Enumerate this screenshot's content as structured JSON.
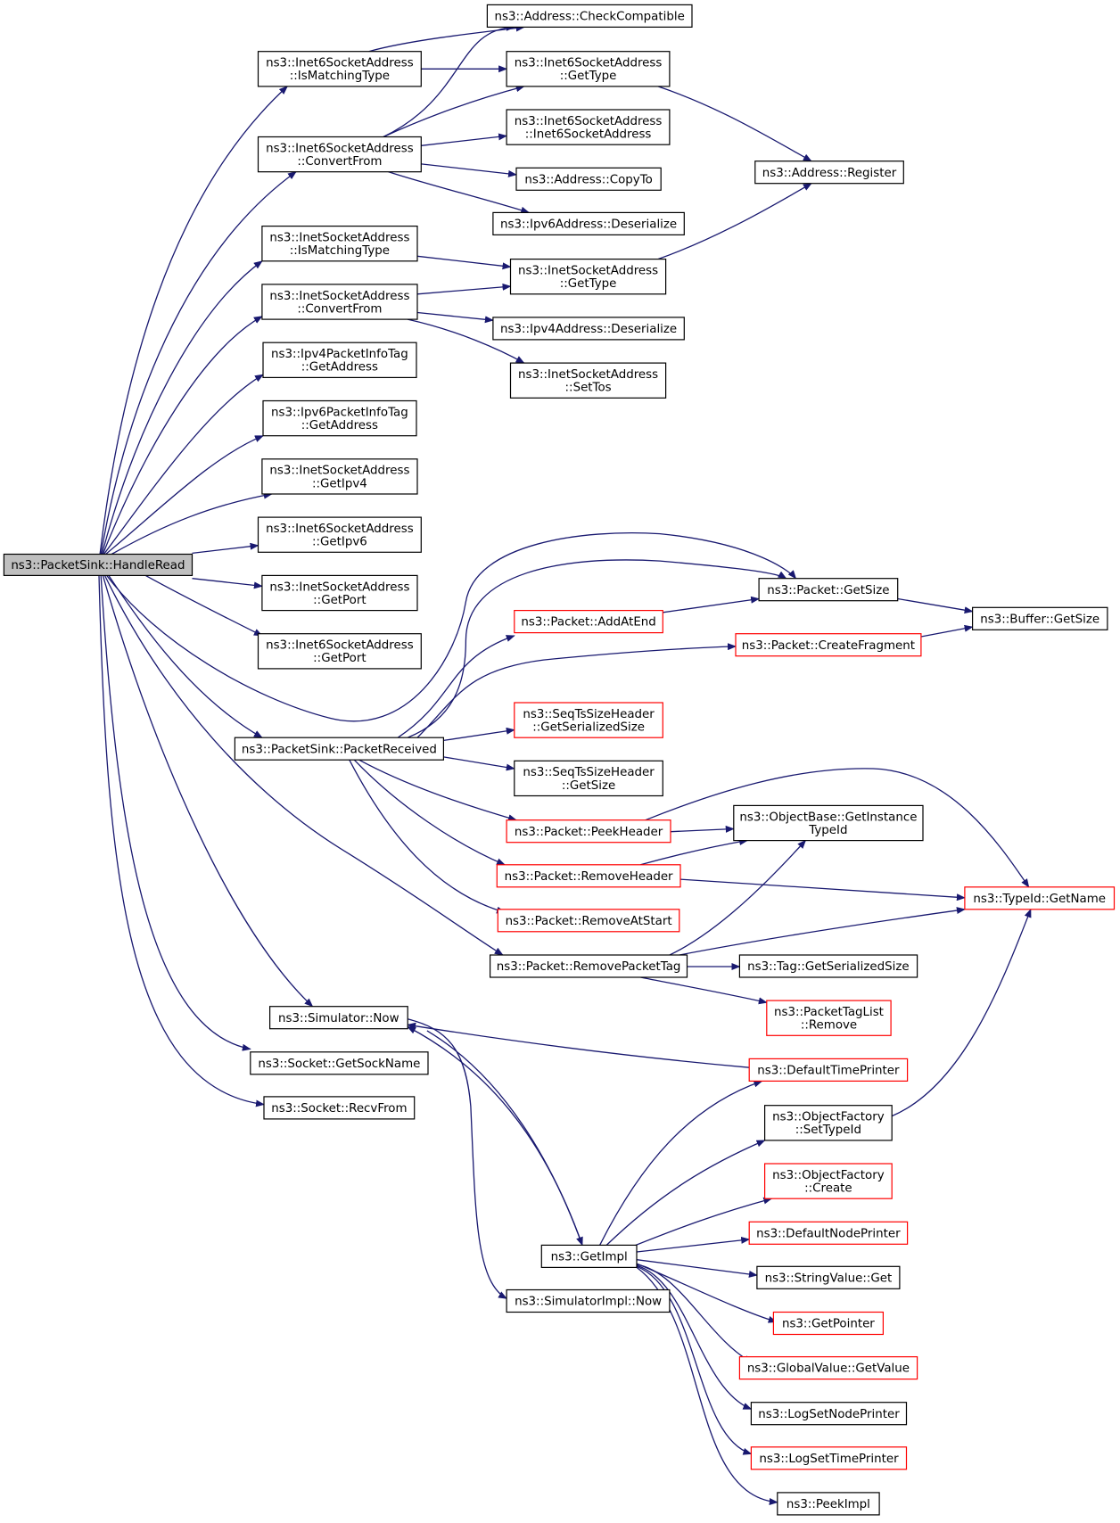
{
  "colors": {
    "edge": "#191970",
    "node_border": "#000000",
    "red_border": "#ff0000",
    "root_fill": "#bfbfbf",
    "node_fill": "#ffffff"
  },
  "nodes": {
    "handleRead": [
      "ns3::PacketSink::HandleRead"
    ],
    "inet6IsMatching": [
      "ns3::Inet6SocketAddress",
      "::IsMatchingType"
    ],
    "checkCompatible": [
      "ns3::Address::CheckCompatible"
    ],
    "inet6GetType": [
      "ns3::Inet6SocketAddress",
      "::GetType"
    ],
    "inet6ConvertFrom": [
      "ns3::Inet6SocketAddress",
      "::ConvertFrom"
    ],
    "inet6Ctor": [
      "ns3::Inet6SocketAddress",
      "::Inet6SocketAddress"
    ],
    "addressCopyTo": [
      "ns3::Address::CopyTo"
    ],
    "ipv6Deserialize": [
      "ns3::Ipv6Address::Deserialize"
    ],
    "addressRegister": [
      "ns3::Address::Register"
    ],
    "inetIsMatching": [
      "ns3::InetSocketAddress",
      "::IsMatchingType"
    ],
    "inetGetType": [
      "ns3::InetSocketAddress",
      "::GetType"
    ],
    "inetConvertFrom": [
      "ns3::InetSocketAddress",
      "::ConvertFrom"
    ],
    "ipv4Deserialize": [
      "ns3::Ipv4Address::Deserialize"
    ],
    "inetSetTos": [
      "ns3::InetSocketAddress",
      "::SetTos"
    ],
    "ipv4PktInfo": [
      "ns3::Ipv4PacketInfoTag",
      "::GetAddress"
    ],
    "ipv6PktInfo": [
      "ns3::Ipv6PacketInfoTag",
      "::GetAddress"
    ],
    "inetGetIpv4": [
      "ns3::InetSocketAddress",
      "::GetIpv4"
    ],
    "inet6GetIpv6": [
      "ns3::Inet6SocketAddress",
      "::GetIpv6"
    ],
    "inetGetPort": [
      "ns3::InetSocketAddress",
      "::GetPort"
    ],
    "inet6GetPort": [
      "ns3::Inet6SocketAddress",
      "::GetPort"
    ],
    "packetGetSize": [
      "ns3::Packet::GetSize"
    ],
    "bufferGetSize": [
      "ns3::Buffer::GetSize"
    ],
    "addAtEnd": [
      "ns3::Packet::AddAtEnd"
    ],
    "createFragment": [
      "ns3::Packet::CreateFragment"
    ],
    "seqSerialized": [
      "ns3::SeqTsSizeHeader",
      "::GetSerializedSize"
    ],
    "packetReceived": [
      "ns3::PacketSink::PacketReceived"
    ],
    "seqGetSize": [
      "ns3::SeqTsSizeHeader",
      "::GetSize"
    ],
    "peekHeader": [
      "ns3::Packet::PeekHeader"
    ],
    "getInstanceTypeId": [
      "ns3::ObjectBase::GetInstance",
      "TypeId"
    ],
    "removeHeader": [
      "ns3::Packet::RemoveHeader"
    ],
    "typeIdGetName": [
      "ns3::TypeId::GetName"
    ],
    "removeAtStart": [
      "ns3::Packet::RemoveAtStart"
    ],
    "removePacketTag": [
      "ns3::Packet::RemovePacketTag"
    ],
    "tagSerializedSize": [
      "ns3::Tag::GetSerializedSize"
    ],
    "packetTagRemove": [
      "ns3::PacketTagList",
      "::Remove"
    ],
    "simulatorNow": [
      "ns3::Simulator::Now"
    ],
    "getSockName": [
      "ns3::Socket::GetSockName"
    ],
    "defaultTimePrinter": [
      "ns3::DefaultTimePrinter"
    ],
    "recvFrom": [
      "ns3::Socket::RecvFrom"
    ],
    "setTypeId": [
      "ns3::ObjectFactory",
      "::SetTypeId"
    ],
    "factoryCreate": [
      "ns3::ObjectFactory",
      "::Create"
    ],
    "getImpl": [
      "ns3::GetImpl"
    ],
    "defaultNodePrinter": [
      "ns3::DefaultNodePrinter"
    ],
    "stringValueGet": [
      "ns3::StringValue::Get"
    ],
    "simImplNow": [
      "ns3::SimulatorImpl::Now"
    ],
    "getPointer": [
      "ns3::GetPointer"
    ],
    "globalValueGet": [
      "ns3::GlobalValue::GetValue"
    ],
    "logSetNodePrinter": [
      "ns3::LogSetNodePrinter"
    ],
    "logSetTimePrinter": [
      "ns3::LogSetTimePrinter"
    ],
    "peekImpl": [
      "ns3::PeekImpl"
    ]
  }
}
